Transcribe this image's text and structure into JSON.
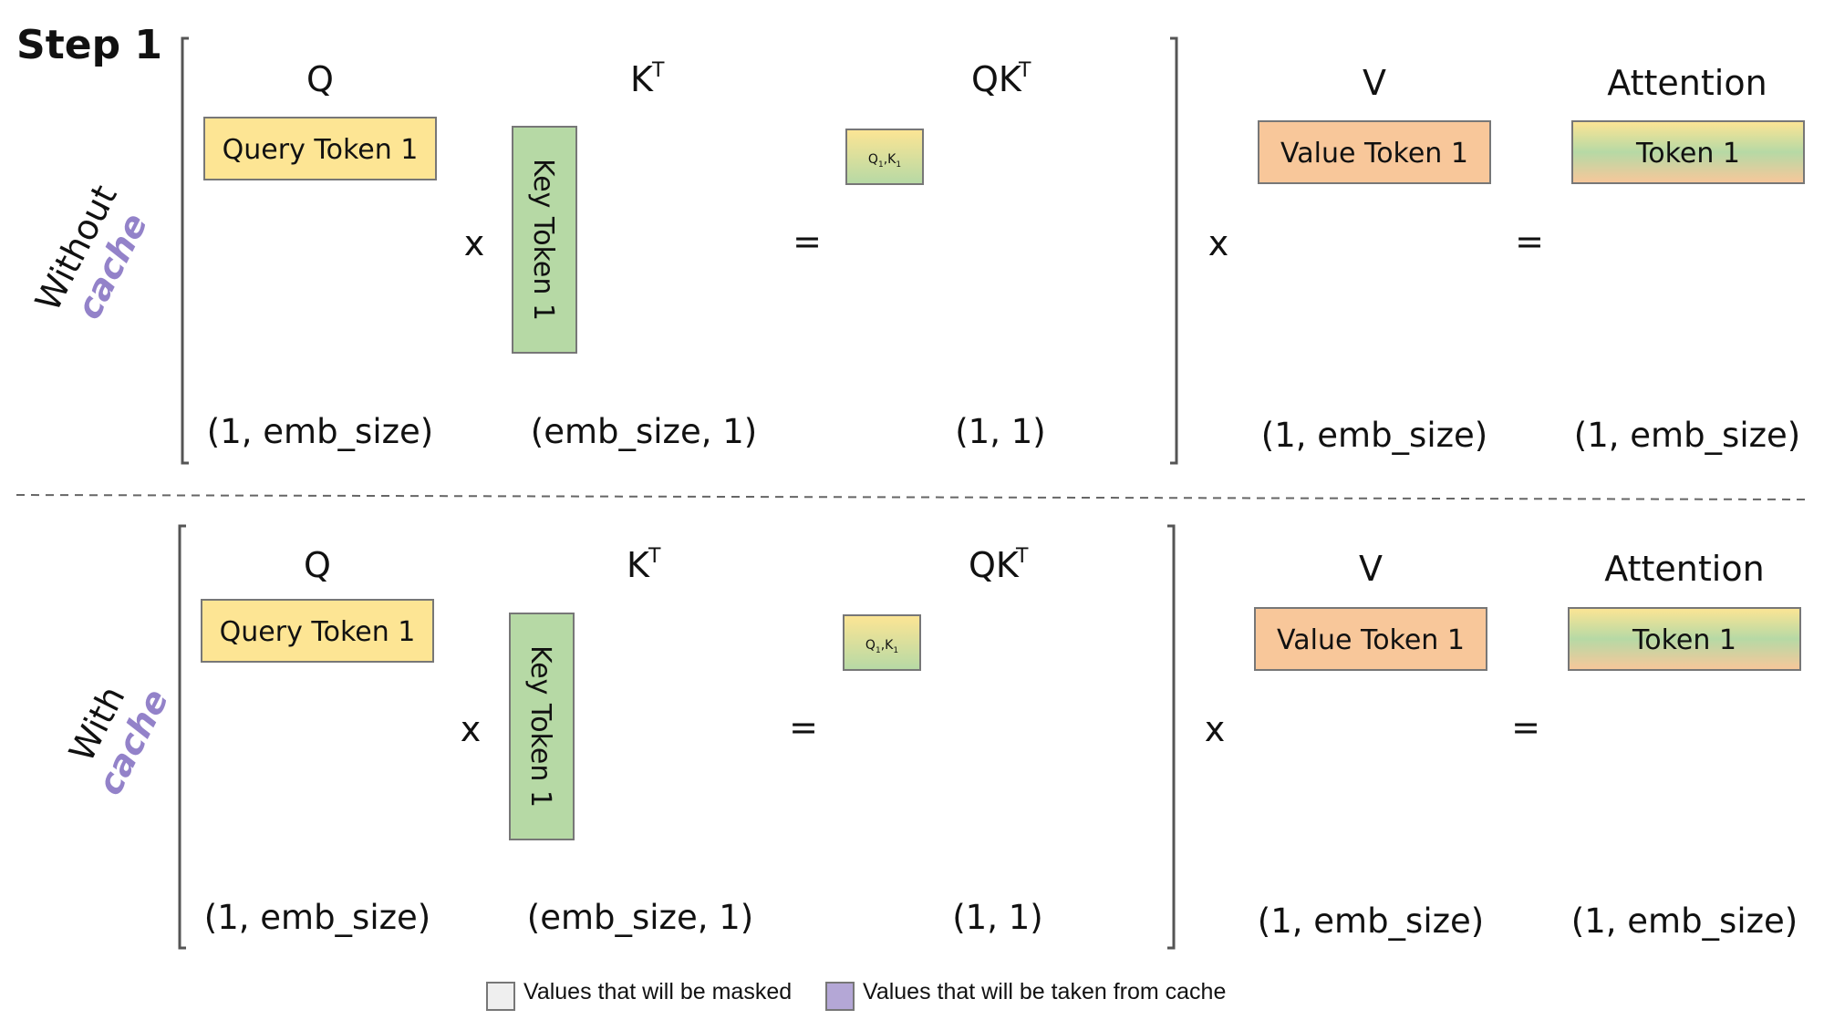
{
  "title": "Step 1",
  "colors": {
    "query": "#fde594",
    "key": "#b6d9a5",
    "value": "#f8c79a",
    "cache_accent": "#9382c9",
    "masked": "#efefef",
    "cached": "#b4a7d6",
    "bracket": "#555555",
    "box_border": "#777777"
  },
  "panels": [
    {
      "id": "without",
      "side_line1": "Without",
      "side_line2": "cache",
      "headers": {
        "q": "Q",
        "k": "K",
        "k_sup": "T",
        "qk": "QK",
        "qk_sup": "T",
        "v": "V",
        "attn": "Attention"
      },
      "boxes": {
        "query": "Query Token 1",
        "key": "Key Token 1",
        "qk_q": "Q",
        "qk_q_sub": "1",
        "qk_k": ",K",
        "qk_k_sub": "1",
        "value": "Value Token 1",
        "attention": "Token 1"
      },
      "ops": {
        "mul1": "x",
        "eq1": "=",
        "mul2": "x",
        "eq2": "="
      },
      "dims": {
        "q": "(1, emb_size)",
        "k": "(emb_size, 1)",
        "qk": "(1, 1)",
        "v": "(1, emb_size)",
        "attn": "(1, emb_size)"
      }
    },
    {
      "id": "with",
      "side_line1": "With",
      "side_line2": "cache",
      "headers": {
        "q": "Q",
        "k": "K",
        "k_sup": "T",
        "qk": "QK",
        "qk_sup": "T",
        "v": "V",
        "attn": "Attention"
      },
      "boxes": {
        "query": "Query Token 1",
        "key": "Key Token 1",
        "qk_q": "Q",
        "qk_q_sub": "1",
        "qk_k": ",K",
        "qk_k_sub": "1",
        "value": "Value Token 1",
        "attention": "Token 1"
      },
      "ops": {
        "mul1": "x",
        "eq1": "=",
        "mul2": "x",
        "eq2": "="
      },
      "dims": {
        "q": "(1, emb_size)",
        "k": "(emb_size, 1)",
        "qk": "(1, 1)",
        "v": "(1, emb_size)",
        "attn": "(1, emb_size)"
      }
    }
  ],
  "legend": {
    "masked": "Values that will be masked",
    "cached": "Values that will be taken from cache"
  }
}
